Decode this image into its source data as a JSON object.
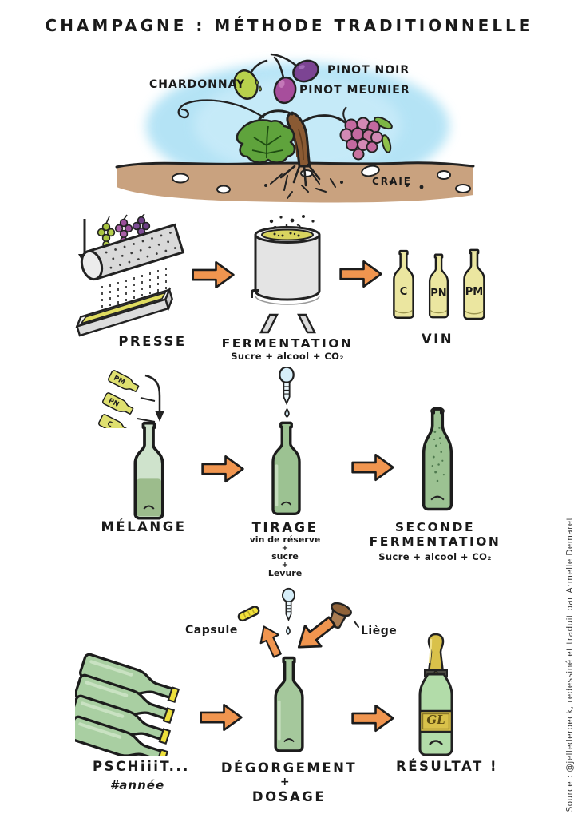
{
  "title": "CHAMPAGNE : MÉTHODE TRADITIONNELLE",
  "vine": {
    "chardonnay": "CHARDONNAY",
    "pinot_noir": "PINOT NOIR",
    "pinot_meunier": "PINOT MEUNIER",
    "craie": "CRAIE"
  },
  "steps": {
    "presse": {
      "label": "PRESSE"
    },
    "fermentation": {
      "label": "FERMENTATION",
      "sub": "Sucre + alcool + CO₂"
    },
    "vin": {
      "label": "VIN",
      "bottles": [
        "C",
        "PN",
        "PM"
      ]
    },
    "melange": {
      "label": "MÉLANGE",
      "bottles": [
        "PM",
        "PN",
        "C"
      ]
    },
    "tirage": {
      "label": "TIRAGE",
      "sub": [
        "vin de réserve",
        "+",
        "sucre",
        "+",
        "Levure"
      ]
    },
    "seconde": {
      "label1": "SECONDE",
      "label2": "FERMENTATION",
      "sub": "Sucre + alcool + CO₂"
    },
    "pschiiit": {
      "label": "PSCHiiiT...",
      "hashtag": "#année"
    },
    "degorgement": {
      "capsule": "Capsule",
      "liege": "Liège",
      "label": "DÉGORGEMENT",
      "plus": "+",
      "label2": "DOSAGE"
    },
    "resultat": {
      "label": "RÉSULTAT !",
      "monogram": "GL"
    }
  },
  "source": "Source : @jellederoeck, redessiné et traduit par Armelle Demaret",
  "colors": {
    "arrow_orange": "#F0954F",
    "sky_blue": "#A8DFF4",
    "soil_brown": "#C9A27F",
    "bottle_green": "#9CC292",
    "wine_yellow": "#EBE6A0",
    "cap_yellow": "#EDE03C",
    "gold": "#D9C14A"
  }
}
